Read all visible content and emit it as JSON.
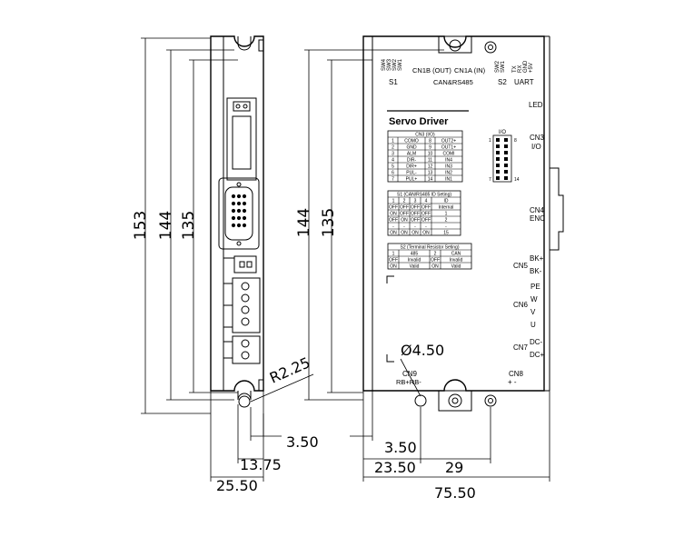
{
  "dimensions": {
    "h153": "153",
    "h144_left": "144",
    "h135_left": "135",
    "h144_right": "144",
    "h135_right": "135",
    "d13_75": "13.75",
    "d3_50_left": "3.50",
    "d25_50": "25.50",
    "d3_50_right": "3.50",
    "d23_50": "23.50",
    "d29": "29",
    "d75_50": "75.50",
    "radius": "R2.25",
    "hole": "Ø4.50"
  },
  "front_panel": {
    "s1_switches": [
      "SW4",
      "SW3",
      "SW2",
      "SW1"
    ],
    "s1_label": "S1",
    "cn1b": "CN1B (OUT)",
    "cn1a": "CN1A (IN)",
    "can_rs485": "CAN&RS485",
    "s2_switches": [
      "SW2",
      "SW1"
    ],
    "s2_label": "S2",
    "uart_pins": [
      "TX",
      "RX",
      "GND",
      "+5V"
    ],
    "uart_label": "UART",
    "title": "Servo Driver",
    "led": "LED",
    "cn3": "CN3",
    "cn3_sub": "I/O",
    "io_header": "I/O",
    "io_pin_1": "1",
    "io_pin_8": "8",
    "io_pin_7": "7",
    "io_pin_14": "14",
    "cn4": "CN4",
    "cn4_sub": "ENC",
    "cn5": "CN5",
    "bk_plus": "BK+",
    "bk_minus": "BK-",
    "cn6": "CN6",
    "pe": "PE",
    "w": "W",
    "v": "V",
    "u": "U",
    "cn7": "CN7",
    "dc_minus": "DC-",
    "dc_plus": "DC+",
    "cn9": "CN9",
    "cn9_sub": "RB+RB-",
    "cn8": "CN8",
    "cn8_sub": "+   -"
  },
  "cn3_table": {
    "title": "CN3 (I/O)",
    "rows": [
      [
        "1",
        "COMO",
        "8",
        "OUT2+"
      ],
      [
        "2",
        "GND",
        "9",
        "OUT1+"
      ],
      [
        "3",
        "ALM",
        "10",
        "COMI"
      ],
      [
        "4",
        "DIR-",
        "11",
        "IN4"
      ],
      [
        "5",
        "DIR+",
        "12",
        "IN3"
      ],
      [
        "6",
        "PUL-",
        "13",
        "IN2"
      ],
      [
        "7",
        "PUL+",
        "14",
        "IN1"
      ]
    ]
  },
  "s1_table": {
    "title": "S1 (CAN/RS485 ID Seting)",
    "header": [
      "1",
      "2",
      "3",
      "4",
      "ID"
    ],
    "rows": [
      [
        "OFF",
        "OFF",
        "OFF",
        "OFF",
        "Internal"
      ],
      [
        "ON",
        "OFF",
        "OFF",
        "OFF",
        "1"
      ],
      [
        "OFF",
        "ON",
        "OFF",
        "OFF",
        "2"
      ],
      [
        "-",
        "-",
        "-",
        "-",
        "-"
      ],
      [
        "ON",
        "ON",
        "ON",
        "ON",
        "15"
      ]
    ]
  },
  "s2_table": {
    "title": "S2 (Terminal Resistor Seting)",
    "header": [
      "1",
      "485",
      "2",
      "CAN"
    ],
    "rows": [
      [
        "OFF",
        "Invalid",
        "OFF",
        "Invalid"
      ],
      [
        "ON",
        "Valid",
        "ON",
        "Valid"
      ]
    ]
  }
}
